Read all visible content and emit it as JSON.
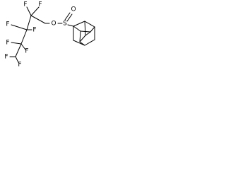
{
  "atoms": {
    "f_top_left": "F",
    "f_top_right": "F",
    "f_upper_left": "F",
    "f_upper_mid": "F",
    "f_mid_left": "F",
    "f_mid_center": "F",
    "f_lower_left": "F",
    "f_bottom": "F",
    "oxygen_ester": "O",
    "sulfur": "S",
    "oxygen_sulfinyl": "O"
  }
}
